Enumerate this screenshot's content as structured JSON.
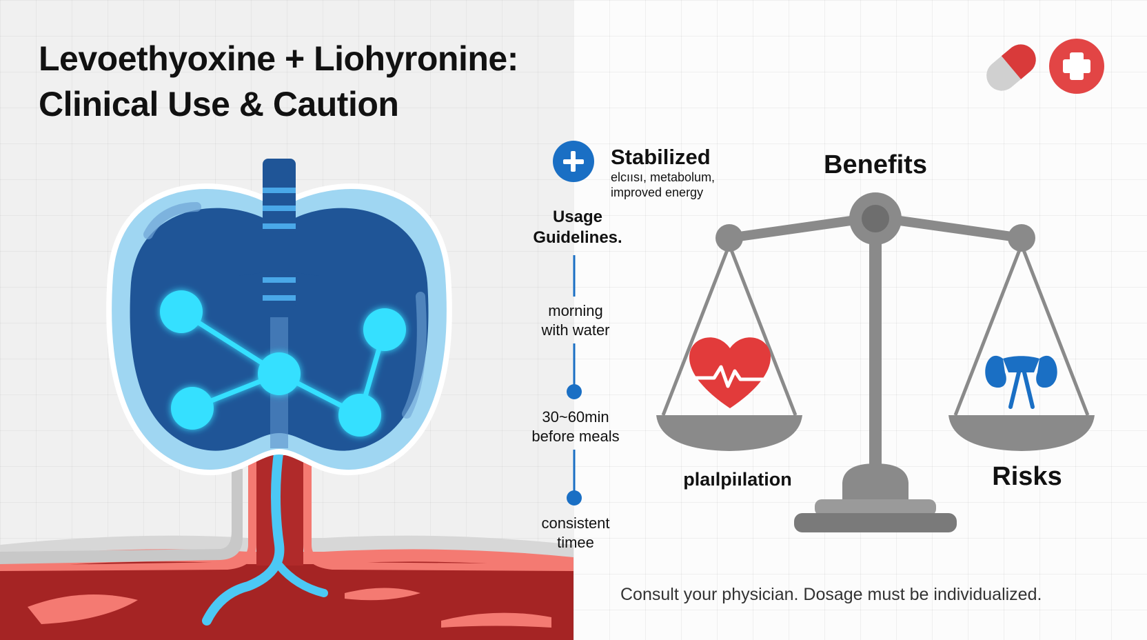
{
  "title": {
    "line1": "Levoethyoxine + Liohyronine:",
    "line2": "Clinical Use & Caution"
  },
  "stabilized": {
    "title": "Stabilized",
    "desc_line1": "elcıısı, metabolum,",
    "desc_line2": "improved energy"
  },
  "usage": {
    "title_line1": "Usage",
    "title_line2": "Guidelines.",
    "steps": [
      {
        "line1": "morning",
        "line2": "with water"
      },
      {
        "line1": "30~60min",
        "line2": "before meals"
      },
      {
        "line1": "consistent",
        "line2": "timee"
      }
    ]
  },
  "scale": {
    "benefits_label": "Benefits",
    "risks_label": "Risks",
    "left_caption": "plaılpiılation"
  },
  "footer": "Consult your physician. Dosage must be individualized.",
  "icons": [
    "capsule-icon",
    "medical-cross-icon",
    "plus-icon",
    "heart-icon",
    "kidney-icon",
    "balance-scale-icon",
    "thyroid-icon"
  ],
  "colors": {
    "accent_blue": "#1a6fc4",
    "thyroid_dark": "#1f5597",
    "molecule_cyan": "#35e0ff",
    "heart_red": "#e23b3b",
    "scale_gray": "#8a8a8a"
  }
}
